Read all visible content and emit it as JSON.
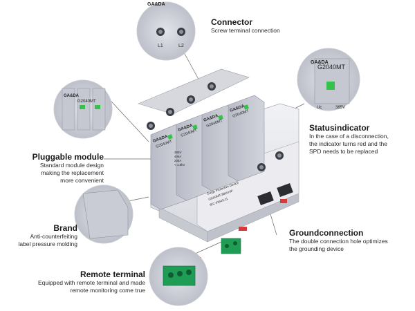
{
  "callouts": {
    "connector": {
      "title": "Connector",
      "desc": "Screw terminal connection"
    },
    "status": {
      "title": "Statusindicator",
      "desc": [
        "In the case of a disconnection,",
        "the indicator turns red and the",
        "SPD needs to be replaced"
      ]
    },
    "pluggable": {
      "title": "Pluggable module",
      "desc": [
        "Standard module design",
        "making the replacement",
        "more convenient"
      ]
    },
    "brand": {
      "title": "Brand",
      "desc": [
        "Anti-counterfeiting",
        "label pressure molding"
      ]
    },
    "ground": {
      "title": "Groundconnection",
      "desc": [
        "The double connection hole optimizes",
        "the grounding device"
      ]
    },
    "remote": {
      "title": "Remote terminal",
      "desc": [
        "Equipped with remote terminal and made",
        "remote monitoring come true"
      ]
    }
  },
  "product": {
    "brand_logo": "GA&DA",
    "model": "G2040MT",
    "terminal_l1": "L1",
    "terminal_l2": "L2",
    "uc_label": "Uc",
    "uc_value": "385V",
    "base_label": "Surge Protective Device",
    "base_model": "GDA0MT/385V/4P",
    "base_standard": "IEC 61643-11",
    "module_specs": [
      "385V",
      "40kA",
      "20kA",
      "< 1.8kV"
    ]
  },
  "colors": {
    "module_body": "#c8cad3",
    "module_dark": "#a9acb8",
    "base_body": "#e9eaee",
    "indicator": "#35c24a",
    "terminal_green": "#1f9d55",
    "accent_red": "#d63b3b"
  }
}
